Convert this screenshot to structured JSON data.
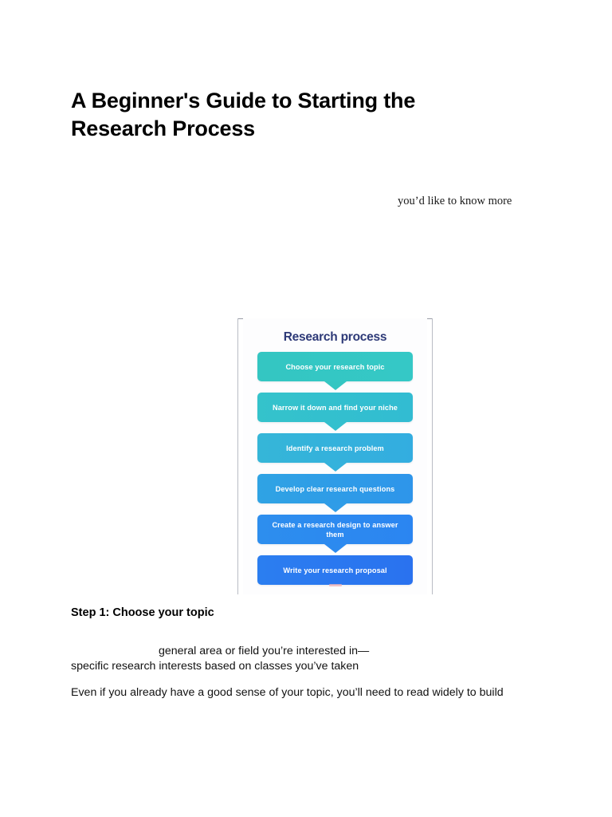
{
  "document": {
    "title": "A Beginner's Guide to Starting the Research Process",
    "serif_fragment": "you’d like to know more",
    "step_heading": "Step 1: Choose your topic",
    "paragraph_1_line_1": "general area or field you’re interested in—",
    "paragraph_1_line_2": "specific research interests based on classes you’ve taken",
    "paragraph_2": "Even if you already have a good sense of your topic, you’ll need to read widely to build"
  },
  "figure": {
    "title": "Research process",
    "title_color": "#2e3a78",
    "background": "#fdfdfe",
    "frame_color": "#b9bcc4",
    "steps": [
      {
        "label": "Choose your research topic",
        "fill_start": "#34c6c2",
        "fill_end": "#35c8c6",
        "notch_color": "#34c6c2"
      },
      {
        "label": "Narrow it down and find your niche",
        "fill_start": "#34c3cb",
        "fill_end": "#32bcd2",
        "notch_color": "#33c0ce"
      },
      {
        "label": "Identify a research problem",
        "fill_start": "#35b6d8",
        "fill_end": "#33ade0",
        "notch_color": "#34b2dc"
      },
      {
        "label": "Develop clear research questions",
        "fill_start": "#2fa3e4",
        "fill_end": "#2e95ea",
        "notch_color": "#2f9ce7"
      },
      {
        "label": "Create a research design to answer them",
        "fill_start": "#2d8eee",
        "fill_end": "#2b85f1",
        "notch_color": "#2c8aef"
      },
      {
        "label": "Write your research proposal",
        "fill_start": "#2b7ef0",
        "fill_end": "#2a72ef",
        "notch_color": "#2b7ef0"
      }
    ]
  }
}
